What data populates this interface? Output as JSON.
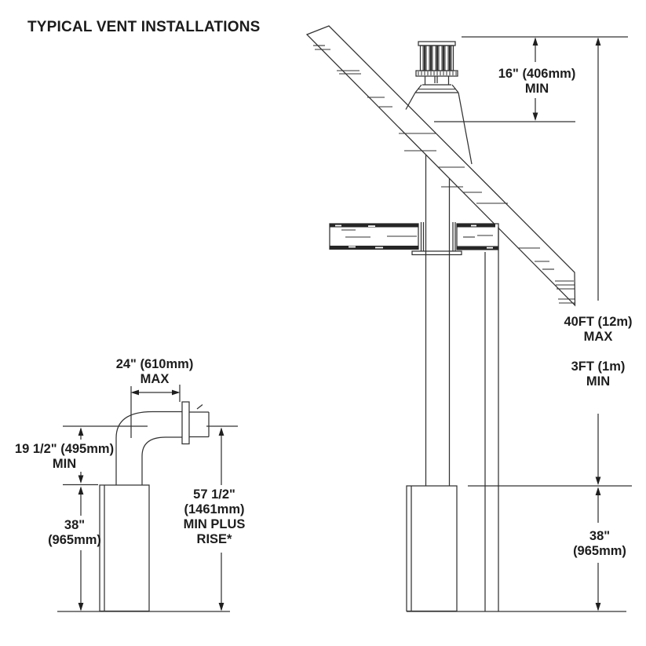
{
  "title": "TYPICAL VENT INSTALLATIONS",
  "colors": {
    "ink": "#232323",
    "line": "#333333",
    "background": "#ffffff"
  },
  "diagram": {
    "vertical_installation": {
      "roof_clearance": [
        "16\" (406mm)",
        "MIN"
      ],
      "vent_length_max": [
        "40FT (12m)",
        "MAX"
      ],
      "vent_length_min": [
        "3FT (1m)",
        "MIN"
      ],
      "heater_height": [
        "38\"",
        "(965mm)"
      ]
    },
    "horizontal_installation": {
      "horizontal_run_max": [
        "24\" (610mm)",
        "MAX"
      ],
      "rise_min": [
        "19 1/2\" (495mm)",
        "MIN"
      ],
      "heater_height": [
        "38\"",
        "(965mm)"
      ],
      "total_height_min": [
        "57 1/2\"",
        "(1461mm)",
        "MIN PLUS",
        "RISE*"
      ]
    }
  }
}
